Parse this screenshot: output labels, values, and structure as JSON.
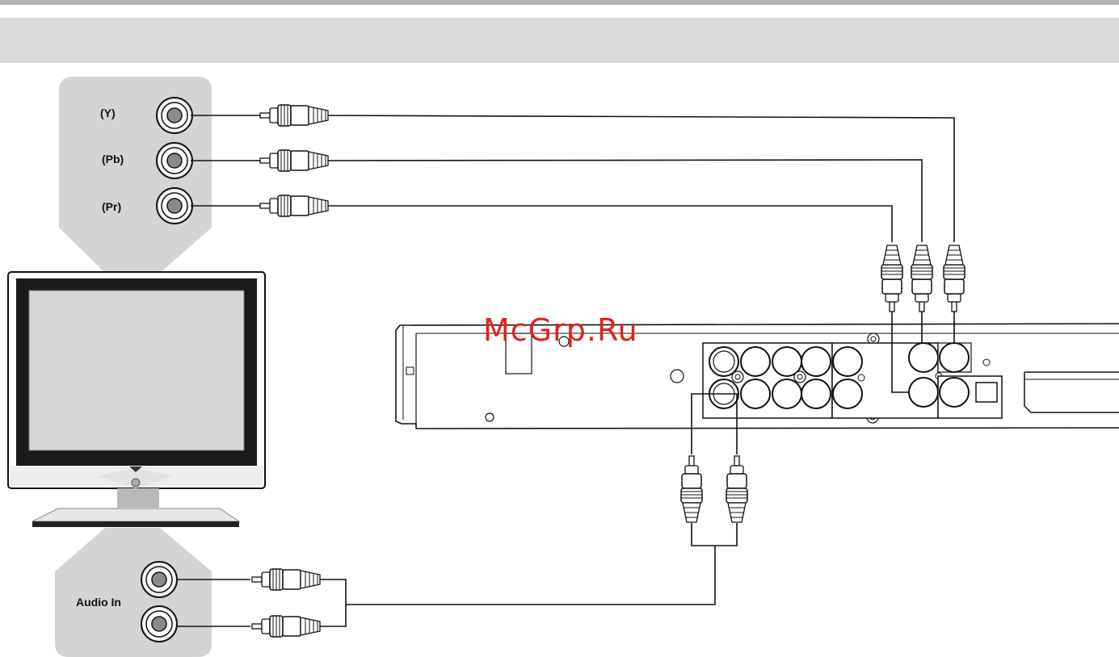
{
  "labels": {
    "y": "(Y)",
    "pb": "(Pb)",
    "pr": "(Pr)",
    "audio_in": "Audio In"
  },
  "watermark": "McGrp.Ru",
  "colors": {
    "banner": "#d9d9d9",
    "panel": "#d4d4d4",
    "line": "#111111",
    "watermark": "#e0231e"
  }
}
